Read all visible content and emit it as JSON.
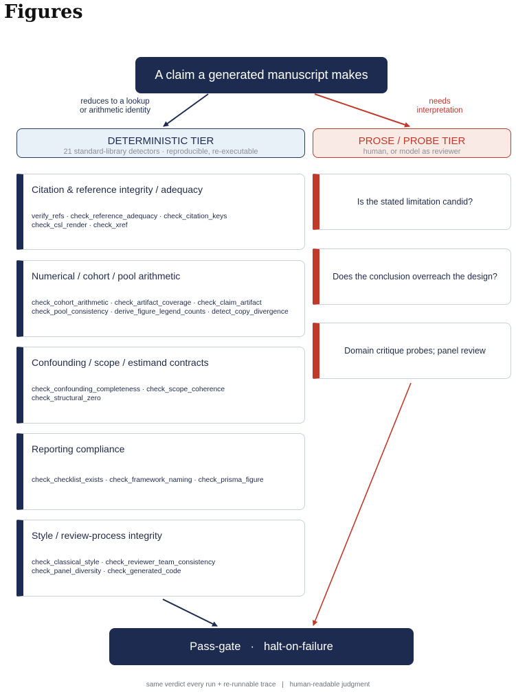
{
  "heading": "Figures",
  "top_node": "A claim a generated manuscript makes",
  "edges": {
    "left_label_line1": "reduces to a lookup",
    "left_label_line2": "or arithmetic identity",
    "right_label_line1": "needs",
    "right_label_line2": "interpretation"
  },
  "deterministic_tier": {
    "title": "DETERMINISTIC TIER",
    "subtitle": "21 standard-library detectors  ·  reproducible, re-executable"
  },
  "prose_tier": {
    "title": "PROSE / PROBE TIER",
    "subtitle": "human, or model as reviewer"
  },
  "detector_groups": [
    {
      "title": "Citation & reference integrity / adequacy",
      "line1": "verify_refs · check_reference_adequacy · check_citation_keys",
      "line2": "check_csl_render · check_xref"
    },
    {
      "title": "Numerical / cohort / pool arithmetic",
      "line1": "check_cohort_arithmetic · check_artifact_coverage · check_claim_artifact",
      "line2": "check_pool_consistency · derive_figure_legend_counts · detect_copy_divergence"
    },
    {
      "title": "Confounding / scope / estimand contracts",
      "line1": "check_confounding_completeness · check_scope_coherence",
      "line2": "check_structural_zero"
    },
    {
      "title": "Reporting compliance",
      "line1": "check_checklist_exists · check_framework_naming · check_prisma_figure",
      "line2": ""
    },
    {
      "title": "Style / review-process integrity",
      "line1": "check_classical_style · check_reviewer_team_consistency",
      "line2": "check_panel_diversity · check_generated_code"
    }
  ],
  "probes": [
    "Is the stated limitation candid?",
    "Does the conclusion overreach the design?",
    "Domain critique probes; panel review"
  ],
  "gate": {
    "left": "Pass-gate",
    "separator": "·",
    "right": "halt-on-failure"
  },
  "footer": {
    "left": "same verdict every run + re-runnable trace",
    "separator": "|",
    "right": "human-readable judgment"
  },
  "colors": {
    "navy": "#1c2b4f",
    "red": "#c0392b",
    "det_tier_fill": "#e8f0f8",
    "prose_tier_fill": "#faeae6"
  }
}
